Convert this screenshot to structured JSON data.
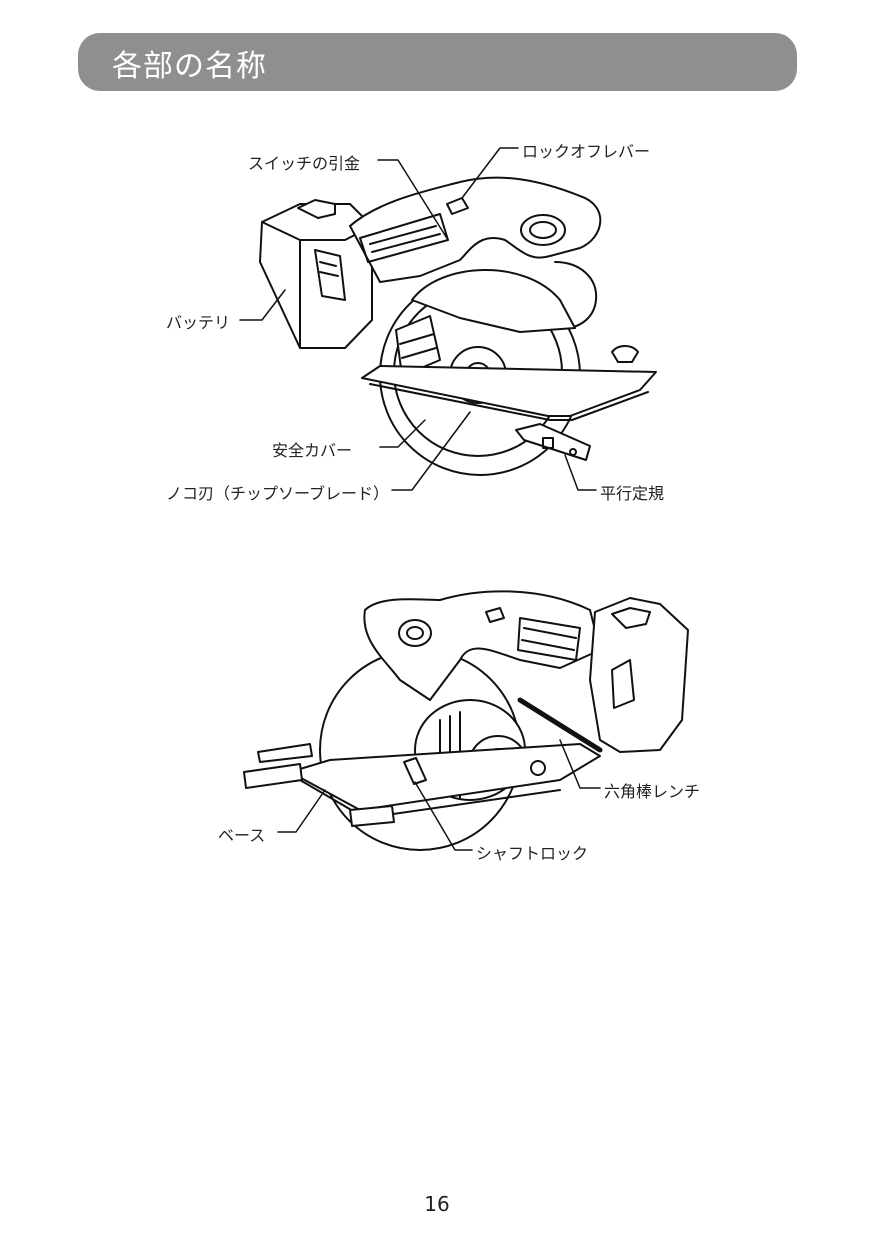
{
  "header": {
    "title": "各部の名称"
  },
  "figure1": {
    "labels": {
      "switch_trigger": "スイッチの引金",
      "lock_off_lever": "ロックオフレバー",
      "battery": "バッテリ",
      "safety_cover": "安全カバー",
      "saw_blade": "ノコ刃（チップソーブレード）",
      "parallel_guide": "平行定規"
    }
  },
  "figure2": {
    "labels": {
      "hex_wrench": "六角棒レンチ",
      "base": "ベース",
      "shaft_lock": "シャフトロック"
    }
  },
  "footer": {
    "page_number": "16"
  }
}
